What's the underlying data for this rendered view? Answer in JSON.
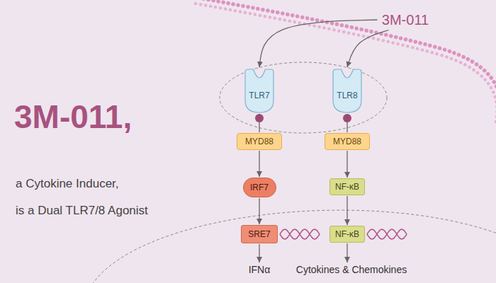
{
  "diagram": {
    "title": "3M-011,",
    "nodes": [
      {
        "text": [
          "3M-011"
        ]
      },
      {
        "text": [
          "TLR7"
        ]
      },
      {
        "text": [
          "TLR8"
        ]
      },
      {
        "text": [
          "MYD88"
        ]
      },
      {
        "text": [
          "MYD88"
        ]
      },
      {
        "text": [
          "IRF7"
        ]
      },
      {
        "text": [
          "NF-κB"
        ]
      },
      {
        "text": [
          "SRE7"
        ]
      },
      {
        "text": [
          "NF-κB"
        ]
      },
      {
        "text": [
          "IFNα"
        ]
      },
      {
        "text": [
          "Cytokines & Chemokines"
        ]
      }
    ],
    "edges": [
      {
        "from": 0,
        "to": 1,
        "arrow": "to"
      },
      {
        "from": 0,
        "to": 2,
        "arrow": "to"
      },
      {
        "from": 1,
        "to": 3,
        "arrow": "none"
      },
      {
        "from": 2,
        "to": 4,
        "arrow": "none"
      },
      {
        "from": 3,
        "to": 5,
        "arrow": "to"
      },
      {
        "from": 4,
        "to": 6,
        "arrow": "to"
      },
      {
        "from": 5,
        "to": 7,
        "arrow": "to"
      },
      {
        "from": 6,
        "to": 8,
        "arrow": "to"
      },
      {
        "from": 7,
        "to": 9,
        "arrow": "to"
      },
      {
        "from": 8,
        "to": 10,
        "arrow": "to"
      }
    ],
    "labels": [
      "a Cytokine Inducer,",
      "is a Dual TLR7/8 Agonist"
    ]
  }
}
